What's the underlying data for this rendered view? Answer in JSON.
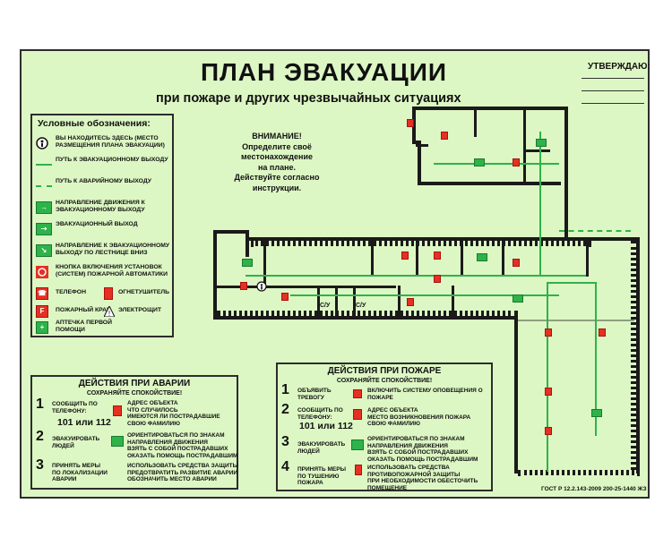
{
  "header": {
    "title": "ПЛАН ЭВАКУАЦИИ",
    "subtitle": "при пожаре и других чрезвычайных ситуациях",
    "approve": "УТВЕРЖДАЮ:"
  },
  "legend": {
    "title": "Условные обозначения:",
    "items": [
      {
        "icon": "you-are-here-icon",
        "label": "ВЫ НАХОДИТЕСЬ ЗДЕСЬ (МЕСТО РАЗМЕЩЕНИЯ ПЛАНА ЭВАКУАЦИИ)"
      },
      {
        "icon": "main-route-line",
        "label": "ПУТЬ К ЭВАКУАЦИОННОМУ ВЫХОДУ"
      },
      {
        "icon": "emergency-route-line",
        "label": "ПУТЬ К АВАРИЙНОМУ ВЫХОДУ"
      },
      {
        "icon": "direction-arrow-icon",
        "label": "НАПРАВЛЕНИЕ ДВИЖЕНИЯ К ЭВАКУАЦИОННОМУ ВЫХОДУ"
      },
      {
        "icon": "exit-sign-icon",
        "label": "ЭВАКУАЦИОННЫЙ ВЫХОД"
      },
      {
        "icon": "stairs-down-icon",
        "label": "НАПРАВЛЕНИЕ К ЭВАКУАЦИОННОМУ ВЫХОДУ ПО ЛЕСТНИЦЕ ВНИЗ"
      },
      {
        "icon": "alarm-button-icon",
        "label": "КНОПКА ВКЛЮЧЕНИЯ УСТАНОВОК (СИСТЕМ) ПОЖАРНОЙ АВТОМАТИКИ"
      }
    ],
    "pairs": [
      {
        "left_icon": "phone-icon",
        "left": "ТЕЛЕФОН",
        "right_icon": "extinguisher-icon",
        "right": "ОГНЕТУШИТЕЛЬ"
      },
      {
        "left_icon": "fire-hydrant-icon",
        "left": "ПОЖАРНЫЙ КРАН",
        "right_icon": "electric-panel-icon",
        "right": "ЭЛЕКТРОЩИТ"
      }
    ],
    "first_aid": "АПТЕЧКА ПЕРВОЙ ПОМОЩИ"
  },
  "attention": {
    "title": "ВНИМАНИЕ!",
    "lines": [
      "Определите своё",
      "местонахождение",
      "на плане.",
      "Действуйте согласно",
      "инструкции."
    ]
  },
  "rooms": {
    "wc1": "С/У",
    "wc2": "С/У"
  },
  "accident": {
    "title": "ДЕЙСТВИЯ ПРИ АВАРИИ",
    "subtitle": "СОХРАНЯЙТЕ СПОКОЙСТВИЕ!",
    "steps": [
      {
        "num": "1",
        "left": "СООБЩИТЬ ПО ТЕЛЕФОНУ:",
        "numbers": "101 или 112",
        "right": [
          "АДРЕС ОБЪЕКТА",
          "ЧТО СЛУЧИЛОСЬ",
          "ИМЕЮТСЯ ЛИ ПОСТРАДАВШИЕ",
          "СВОЮ ФАМИЛИЮ"
        ]
      },
      {
        "num": "2",
        "left": "ЭВАКУИРОВАТЬ ЛЮДЕЙ",
        "right": [
          "ОРИЕНТИРОВАТЬСЯ ПО ЗНАКАМ НАПРАВЛЕНИЯ ДВИЖЕНИЯ",
          "ВЗЯТЬ С СОБОЙ ПОСТРАДАВШИХ",
          "ОКАЗАТЬ ПОМОЩЬ ПОСТРАДАВШИМ"
        ]
      },
      {
        "num": "3",
        "left": "ПРИНЯТЬ МЕРЫ ПО ЛОКАЛИЗАЦИИ АВАРИИ",
        "right": [
          "ИСПОЛЬЗОВАТЬ СРЕДСТВА ЗАЩИТЫ",
          "ПРЕДОТВРАТИТЬ РАЗВИТИЕ АВАРИИ",
          "ОБОЗНАЧИТЬ МЕСТО АВАРИИ"
        ]
      }
    ]
  },
  "fire": {
    "title": "ДЕЙСТВИЯ ПРИ ПОЖАРЕ",
    "subtitle": "СОХРАНЯЙТЕ СПОКОЙСТВИЕ!",
    "steps": [
      {
        "num": "1",
        "left": "ОБЪЯВИТЬ ТРЕВОГУ",
        "right": [
          "ВКЛЮЧИТЬ СИСТЕМУ ОПОВЕЩЕНИЯ О ПОЖАРЕ"
        ]
      },
      {
        "num": "2",
        "left": "СООБЩИТЬ ПО ТЕЛЕФОНУ:",
        "numbers": "101 или 112",
        "right": [
          "АДРЕС ОБЪЕКТА",
          "МЕСТО ВОЗНИКНОВЕНИЯ ПОЖАРА",
          "СВОЮ ФАМИЛИЮ"
        ]
      },
      {
        "num": "3",
        "left": "ЭВАКУИРОВАТЬ ЛЮДЕЙ",
        "right": [
          "ОРИЕНТИРОВАТЬСЯ ПО ЗНАКАМ НАПРАВЛЕНИЯ ДВИЖЕНИЯ",
          "ВЗЯТЬ С СОБОЙ ПОСТРАДАВШИХ",
          "ОКАЗАТЬ ПОМОЩЬ ПОСТРАДАВШИМ"
        ]
      },
      {
        "num": "4",
        "left": "ПРИНЯТЬ МЕРЫ ПО ТУШЕНИЮ ПОЖАРА",
        "right": [
          "ИСПОЛЬЗОВАТЬ СРЕДСТВА ПРОТИВОПОЖАРНОЙ ЗАЩИТЫ",
          "ПРИ НЕОБХОДИМОСТИ ОБЕСТОЧИТЬ ПОМЕЩЕНИЕ"
        ]
      }
    ]
  },
  "footer": {
    "gost": "ГОСТ Р 12.2.143-2009 200-25-1440 ЖЗ"
  },
  "colors": {
    "background": "#ddf7c4",
    "route": "#2db34a",
    "danger": "#e53022",
    "wall": "#1a1a1a"
  }
}
